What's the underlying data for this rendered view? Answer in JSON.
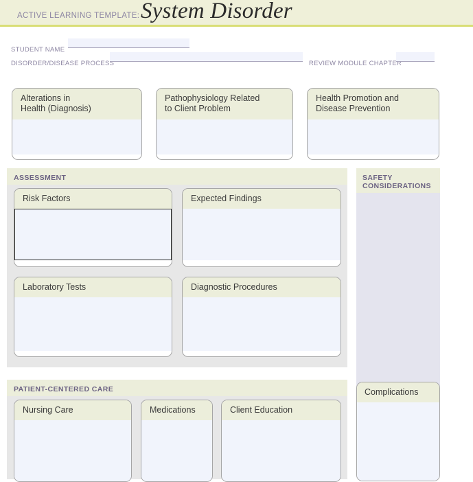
{
  "header": {
    "kicker": "ACTIVE LEARNING TEMPLATE:",
    "title": "System Disorder"
  },
  "form": {
    "student_name": {
      "label": "STUDENT NAME",
      "value": "",
      "placeholder": ""
    },
    "disorder_disease_process": {
      "label": "DISORDER/DISEASE PROCESS",
      "value": "",
      "placeholder": ""
    },
    "review_module_chapter": {
      "label": "REVIEW MODULE CHAPTER",
      "value": "",
      "placeholder": ""
    }
  },
  "top_row": [
    {
      "title": "Alterations in\nHealth (Diagnosis)",
      "value": "",
      "focused": false
    },
    {
      "title": "Pathophysiology Related\nto Client Problem",
      "value": "",
      "focused": false
    },
    {
      "title": "Health Promotion and\nDisease Prevention",
      "value": "",
      "focused": false
    }
  ],
  "assessment": {
    "panel_title": "ASSESSMENT",
    "cards": [
      {
        "title": "Risk Factors",
        "value": "",
        "focused": true
      },
      {
        "title": "Expected Findings",
        "value": "",
        "focused": false
      },
      {
        "title": "Laboratory Tests",
        "value": "",
        "focused": false
      },
      {
        "title": "Diagnostic Procedures",
        "value": "",
        "focused": false
      }
    ]
  },
  "safety": {
    "panel_title": "SAFETY\nCONSIDERATIONS",
    "value": ""
  },
  "complications": {
    "title": "Complications",
    "value": ""
  },
  "patient_centered_care": {
    "panel_title": "PATIENT-CENTERED CARE",
    "cards": [
      {
        "title": "Nursing Care",
        "value": "",
        "focused": false
      },
      {
        "title": "Medications",
        "value": "",
        "focused": false
      },
      {
        "title": "Client Education",
        "value": "",
        "focused": false
      }
    ]
  },
  "colors": {
    "header_band": "#eff0d9",
    "header_rule": "#d9de76",
    "card_head": "#eceedb",
    "card_body": "#f1f4fc",
    "panel_gray": "#e7e7e7",
    "panel_safety": "#e4e4ee",
    "label_purple": "#8d86a3",
    "section_purple": "#6c6383",
    "card_border": "#a6a6a6",
    "focus_border": "#2d2d2d"
  }
}
